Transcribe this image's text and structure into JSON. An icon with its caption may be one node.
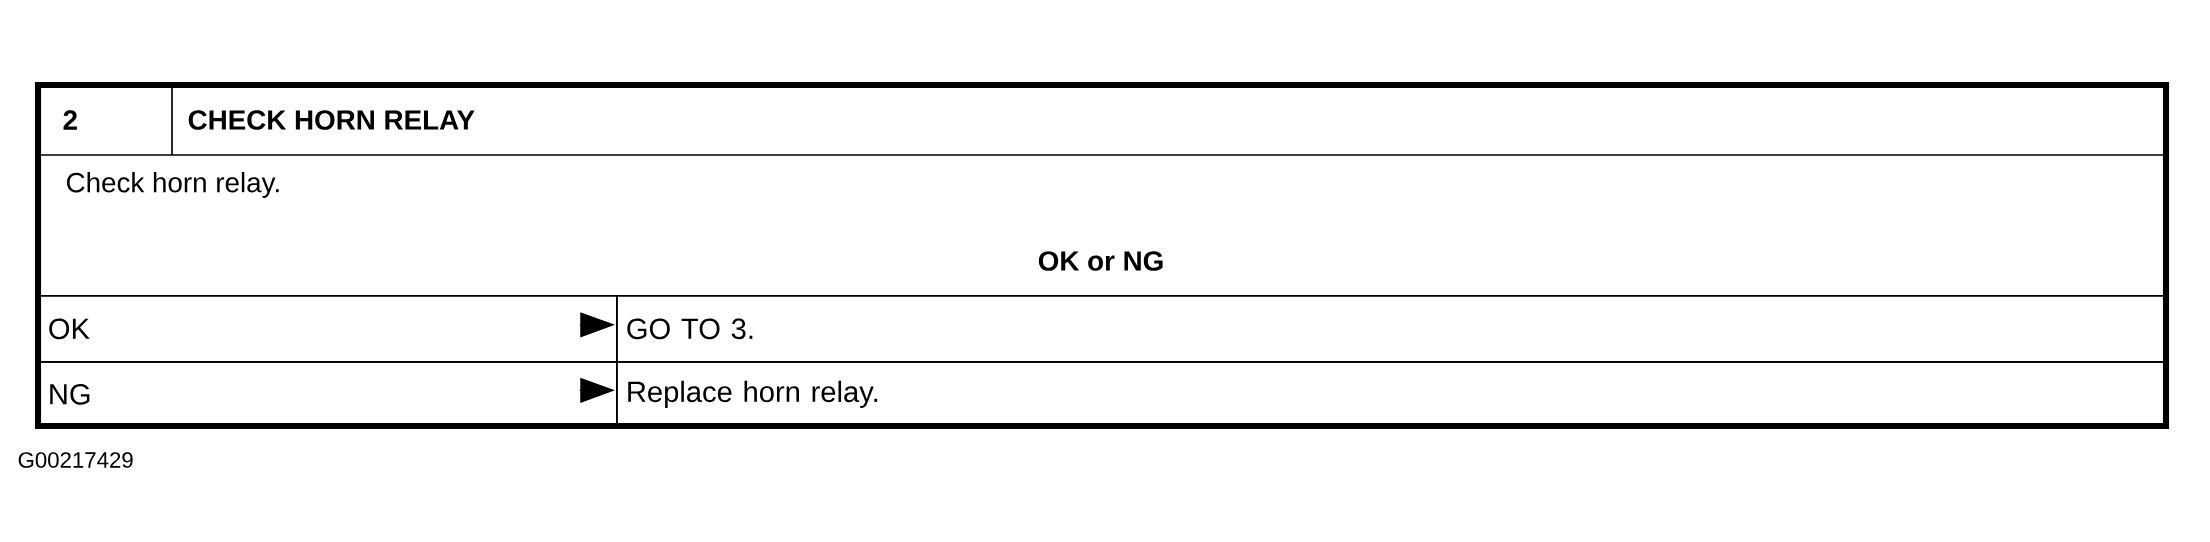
{
  "diagram": {
    "nodes": [
      {
        "text": [
          "OK"
        ]
      },
      {
        "text": [
          "GO TO 3."
        ]
      },
      {
        "text": [
          "NG"
        ]
      },
      {
        "text": [
          "Replace horn relay."
        ]
      }
    ],
    "edges": [
      {
        "from": 0,
        "to": 1,
        "arrow": "to"
      },
      {
        "from": 2,
        "to": 3,
        "arrow": "to"
      }
    ],
    "labels": [
      "2",
      "CHECK HORN RELAY",
      "Check horn relay.",
      "OK or NG",
      "G00217429"
    ]
  }
}
